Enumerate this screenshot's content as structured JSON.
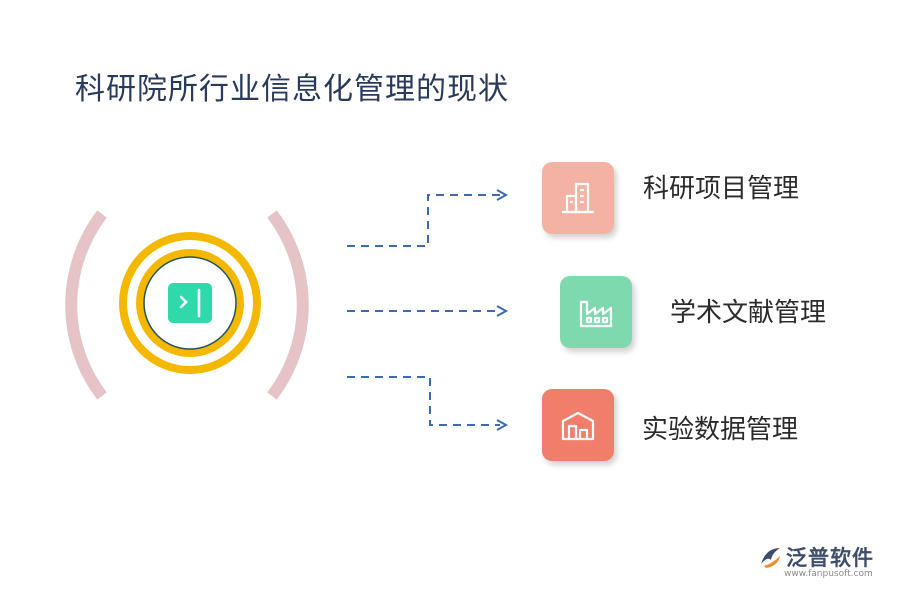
{
  "title": "科研院所行业信息化管理的现状",
  "colors": {
    "title": "#2a3a5c",
    "arc": "#e6c3c6",
    "ring": "#f5b800",
    "core_ring": "#1f5560",
    "core_fill": "#ffffff",
    "center_tile": "#2fd9a9",
    "arrow": "#3b6bb3"
  },
  "center": {
    "icon": "panel-toggle-icon"
  },
  "branches": [
    {
      "label": "科研项目管理",
      "icon": "building-icon",
      "color": "#f3b2a4"
    },
    {
      "label": "学术文献管理",
      "icon": "factory-icon",
      "color": "#7fd9ae"
    },
    {
      "label": "实验数据管理",
      "icon": "warehouse-icon",
      "color": "#f07e6a"
    }
  ],
  "watermark": {
    "brand": "泛普软件",
    "url": "www.fanpusoft.com"
  }
}
